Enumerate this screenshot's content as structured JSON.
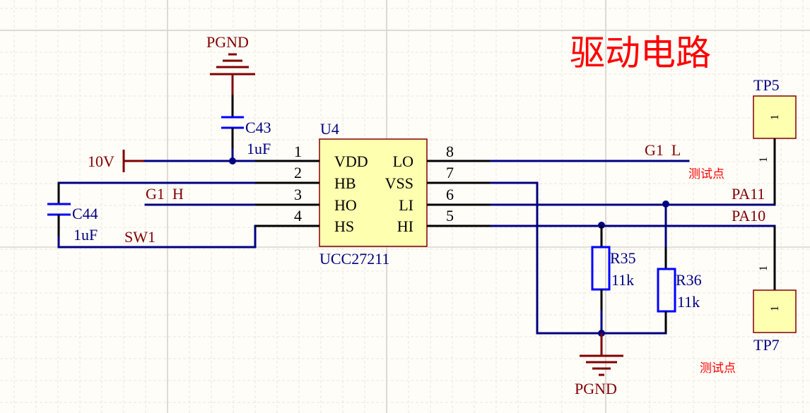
{
  "title": "驱动电路",
  "chip": {
    "designator": "U4",
    "part": "UCC27211",
    "pins_left": [
      {
        "num": "1",
        "name": "VDD"
      },
      {
        "num": "2",
        "name": "HB"
      },
      {
        "num": "3",
        "name": "HO"
      },
      {
        "num": "4",
        "name": "HS"
      }
    ],
    "pins_right": [
      {
        "num": "8",
        "name": "LO"
      },
      {
        "num": "7",
        "name": "VSS"
      },
      {
        "num": "6",
        "name": "LI"
      },
      {
        "num": "5",
        "name": "HI"
      }
    ]
  },
  "capacitors": [
    {
      "designator": "C43",
      "value": "1uF"
    },
    {
      "designator": "C44",
      "value": "1uF"
    }
  ],
  "resistors": [
    {
      "designator": "R35",
      "value": "11k"
    },
    {
      "designator": "R36",
      "value": "11k"
    }
  ],
  "power": {
    "pgnd_top": "PGND",
    "pgnd_bottom": "PGND",
    "vdd": "10V"
  },
  "nets": {
    "g1h": "G1  H",
    "g1l": "G1  L",
    "sw1": "SW1",
    "pa11": "PA11",
    "pa10": "PA10"
  },
  "testpoints": [
    {
      "designator": "TP5",
      "pin": "1",
      "pin_label": "1",
      "note": "测试点"
    },
    {
      "designator": "TP7",
      "pin": "1",
      "pin_label": "1",
      "note": "测试点"
    }
  ],
  "colors": {
    "wire": "#000080",
    "power": "#800000",
    "component": "#0000ff",
    "title": "#ff0000",
    "chip_fill": "#ffffb0"
  }
}
